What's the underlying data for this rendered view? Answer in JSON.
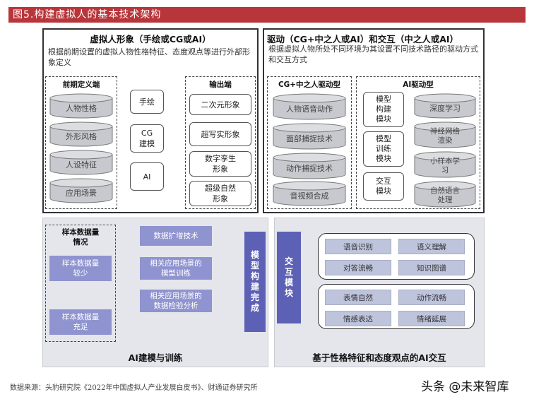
{
  "title": "图5.构建虚拟人的基本技术架构",
  "left_panel": {
    "title": "虚拟人形象（手绘或CG或AI）",
    "subtitle": "根据前期设置的虚拟人物性格特征、态度观点等进行外部形象定义",
    "predef_title": "前期定义端",
    "predef_items": [
      "人物性格",
      "外形风格",
      "人设特征",
      "应用场景"
    ],
    "methods": [
      "手绘",
      "CG\n建模",
      "AI"
    ],
    "output_title": "输出端",
    "outputs": [
      "二次元形象",
      "超写实形象",
      "数字孪生\n形象",
      "超级自然\n形象"
    ]
  },
  "right_panel": {
    "title": "驱动（CG+中之人或AI）和交互（中之人或AI）",
    "subtitle": "根据虚拟人物所处不同环境为其设置不同技术路径的驱动方式和交互方式",
    "cg_title": "CG+中之人驱动型",
    "cg_items": [
      "人物语音动作",
      "面部捕捉技术",
      "动作捕捉技术",
      "音视频合成"
    ],
    "ai_title": "AI驱动型",
    "ai_modules": [
      "模型\n构建\n模块",
      "模型\n训练\n模块",
      "交互\n模块"
    ],
    "ai_items": [
      "深度学习",
      "神经网络\n渲染",
      "小样本学\n习",
      "自然语言\n处理"
    ]
  },
  "bottom_left": {
    "sample_title": "样本数据量\n情况",
    "sample_small": "样本数据量\n较少",
    "sample_enough": "样本数据量\n充足",
    "steps": [
      "数据扩增技术",
      "相关应用场景的\n模型训练",
      "相关应用场景的\n数据检验分析"
    ],
    "final": "模\n型\n构\n建\n完\n成",
    "label": "AI建模与训练"
  },
  "bottom_right": {
    "module": "交\n互\n模\n块",
    "group1": [
      "语音识别",
      "语义理解",
      "对答流畅",
      "知识图谱"
    ],
    "group2": [
      "表情自然",
      "动作流畅",
      "情感表达",
      "情绪延展"
    ],
    "label": "基于性格特征和态度观点的AI交互"
  },
  "footer": "数据来源：头豹研究院《2022年中国虚拟人产业发展白皮书》、财通证券研究所",
  "watermark": "头条 @未来智库",
  "colors": {
    "title_bar": "#b8353a",
    "purple": "#8f93cf",
    "purple_dark": "#5d61b5",
    "chip": "#bfc4dd"
  }
}
